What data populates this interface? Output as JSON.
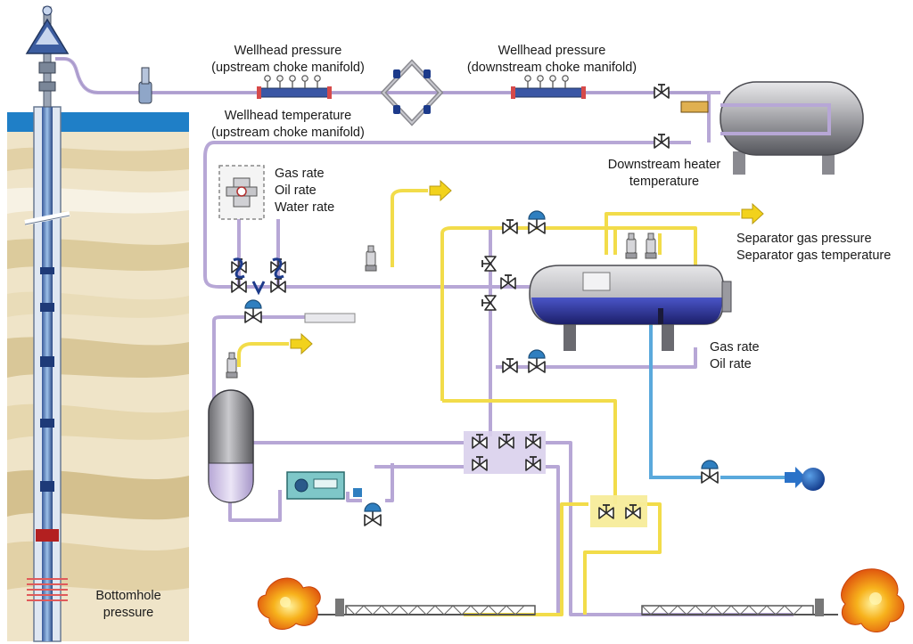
{
  "labels": {
    "wellhead_pressure_up": [
      "Wellhead pressure",
      "(upstream choke manifold)"
    ],
    "wellhead_temp_up": [
      "Wellhead temperature",
      "(upstream choke manifold)"
    ],
    "wellhead_pressure_down": [
      "Wellhead pressure",
      "(downstream choke manifold)"
    ],
    "downstream_heater": [
      "Downstream heater",
      "temperature"
    ],
    "meter_rates": [
      "Gas rate",
      "Oil rate",
      "Water rate"
    ],
    "separator_gas": [
      "Separator gas pressure",
      "Separator gas temperature"
    ],
    "separator_rates": [
      "Gas rate",
      "Oil rate"
    ],
    "bottomhole": [
      "Bottomhole",
      "pressure"
    ]
  },
  "colors": {
    "gas_line": "#f2dc4a",
    "process_line": "#b7a7d6",
    "water_line": "#5aa9dc",
    "vessel_blue": "#2a2f8f",
    "sky_band": "#1f7fc7",
    "formation": "#e8dcc0",
    "flare": "#f59a1a"
  },
  "icons": [
    "valve-icon",
    "control-valve-icon",
    "gauge-icon",
    "arrow-icon",
    "flare-icon"
  ]
}
